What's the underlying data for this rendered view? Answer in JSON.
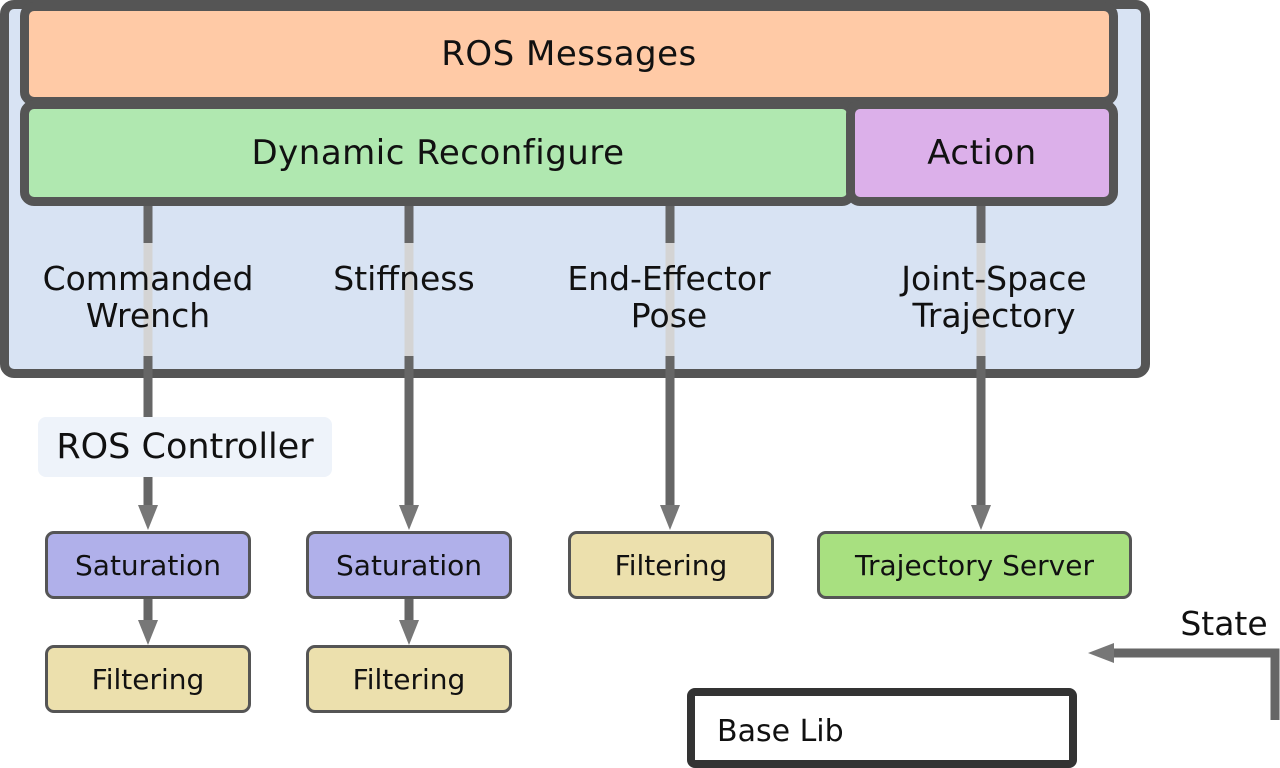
{
  "top_bar": {
    "label": "ROS Messages"
  },
  "interfaces": {
    "dynamic_reconfigure": "Dynamic Reconfigure",
    "action": "Action"
  },
  "signals": [
    {
      "line1": "Commanded",
      "line2": "Wrench"
    },
    {
      "line1": "Stiffness",
      "line2": ""
    },
    {
      "line1": "End-Effector",
      "line2": "Pose"
    },
    {
      "line1": "Joint-Space",
      "line2": "Trajectory"
    }
  ],
  "controller": {
    "title": "ROS Controller",
    "blocks": {
      "saturation_1": "Saturation",
      "saturation_2": "Saturation",
      "filtering_top": "Filtering",
      "trajectory_server": "Trajectory Server",
      "filtering_1": "Filtering",
      "filtering_2": "Filtering",
      "base_library": "Base Lib"
    }
  },
  "feedback": {
    "label": "State"
  }
}
